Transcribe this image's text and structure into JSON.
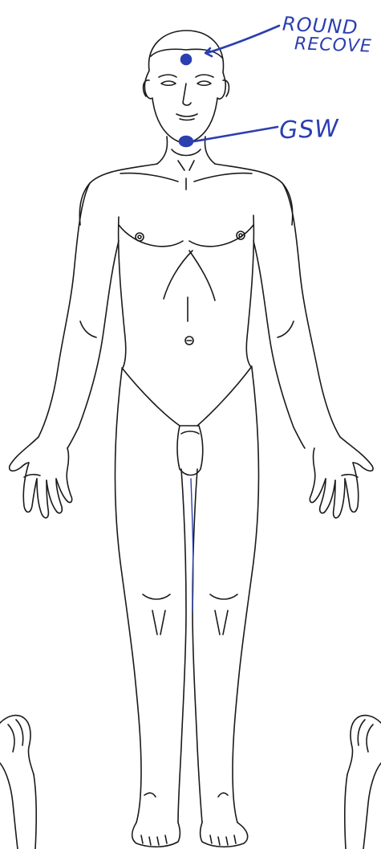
{
  "annotations": {
    "head_note_line1": "ROUND",
    "head_note_line2": "RECOVE",
    "neck_note": "GSW"
  },
  "colors": {
    "ink": "#2b3fb0",
    "outline": "#1a1a1a",
    "paper": "#ffffff"
  },
  "markers": [
    {
      "location": "forehead",
      "label": "ROUND RECOVE"
    },
    {
      "location": "neck",
      "label": "GSW"
    }
  ]
}
